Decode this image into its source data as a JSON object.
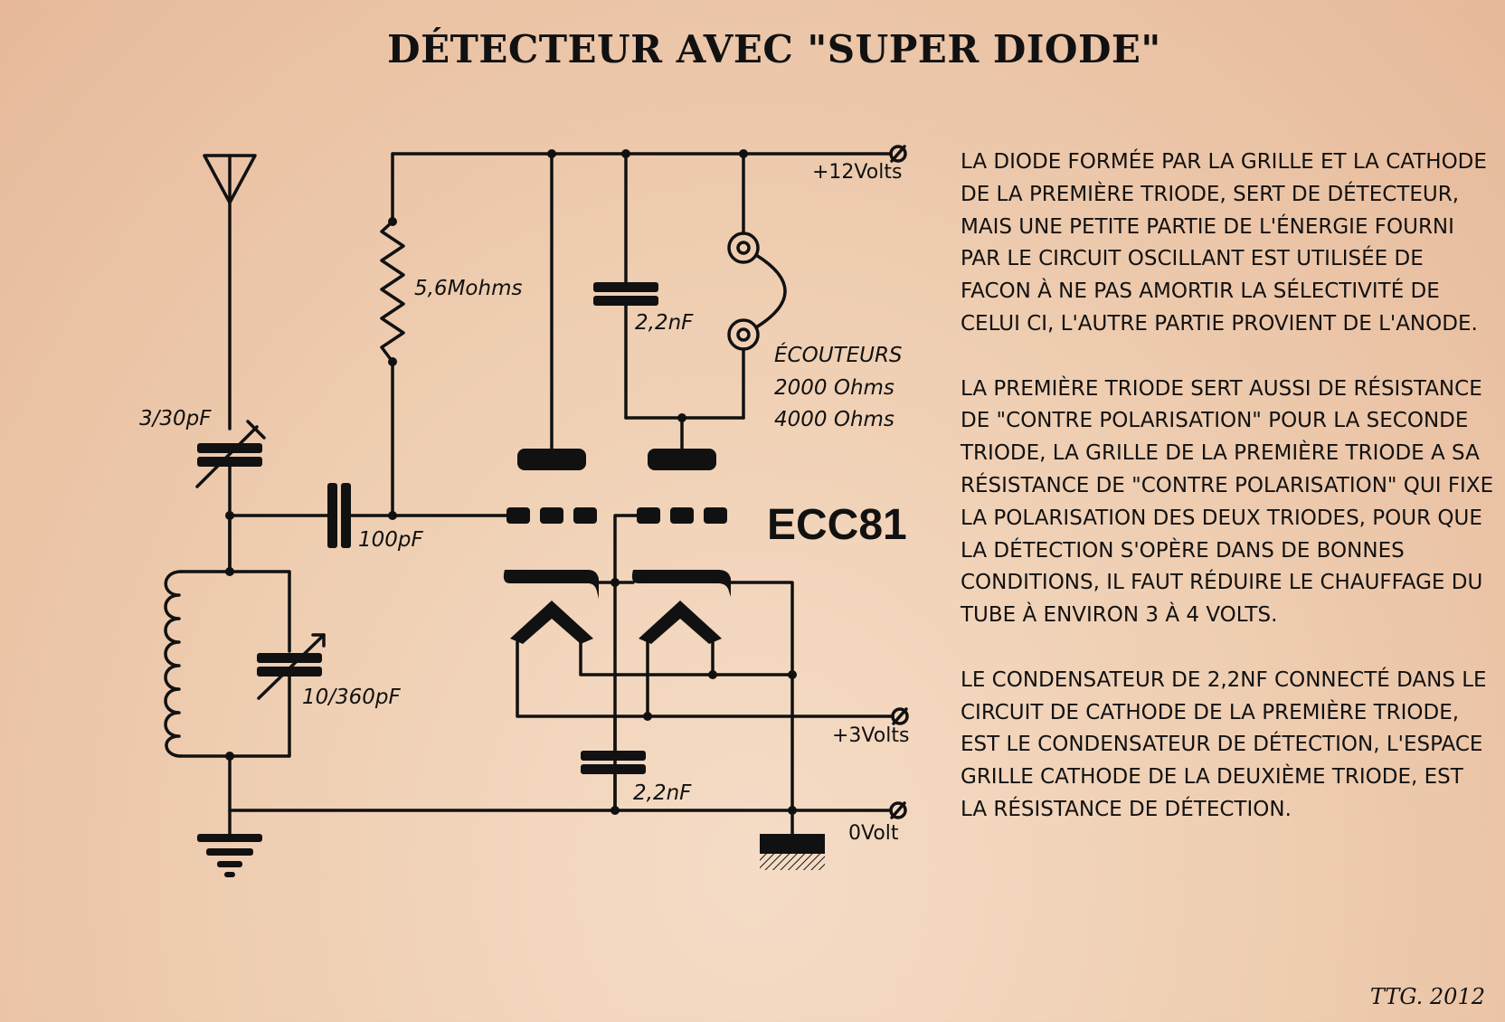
{
  "title": "DÉTECTEUR AVEC \"SUPER DIODE\"",
  "tube_label": "ECC81",
  "components": {
    "antenna_trimmer": "3/30pF",
    "coupling_cap": "100pF",
    "grid_resistor": "5,6Mohms",
    "tuning_cap": "10/360pF",
    "plate_cap": "2,2nF",
    "cathode_cap": "2,2nF",
    "headphones_label": "ÉCOUTEURS",
    "headphones_impedance_1": "2000 Ohms",
    "headphones_impedance_2": "4000 Ohms"
  },
  "terminals": {
    "supply_12v": "+12Volts",
    "supply_3v": "+3Volts",
    "ground_0v": "0Volt"
  },
  "explanation": [
    "LA DIODE FORMÉE PAR LA GRILLE ET LA CATHODE DE LA PREMIÈRE TRIODE, SERT DE DÉTECTEUR, MAIS UNE PETITE PARTIE DE L'ÉNERGIE FOURNI PAR LE CIRCUIT OSCILLANT EST UTILISÉE DE FACON À NE PAS AMORTIR LA SÉLECTIVITÉ DE CELUI CI, L'AUTRE PARTIE PROVIENT DE L'ANODE.",
    "LA PREMIÈRE TRIODE SERT AUSSI DE RÉSISTANCE DE \"CONTRE POLARISATION\" POUR LA SECONDE TRIODE, LA GRILLE DE LA PREMIÈRE TRIODE A SA RÉSISTANCE DE \"CONTRE POLARISATION\" QUI FIXE LA POLARISATION DES DEUX TRIODES, POUR QUE LA DÉTECTION S'OPÈRE DANS DE BONNES CONDITIONS, IL FAUT RÉDUIRE LE CHAUFFAGE DU TUBE À ENVIRON 3 À 4 VOLTS.",
    "LE CONDENSATEUR DE 2,2nF CONNECTÉ DANS LE CIRCUIT DE CATHODE DE LA PREMIÈRE TRIODE, EST LE CONDENSATEUR DE DÉTECTION, L'ESPACE GRILLE CATHODE DE LA DEUXIÈME TRIODE, EST LA RÉSISTANCE DE DÉTECTION."
  ],
  "signature": "TTG. 2012"
}
